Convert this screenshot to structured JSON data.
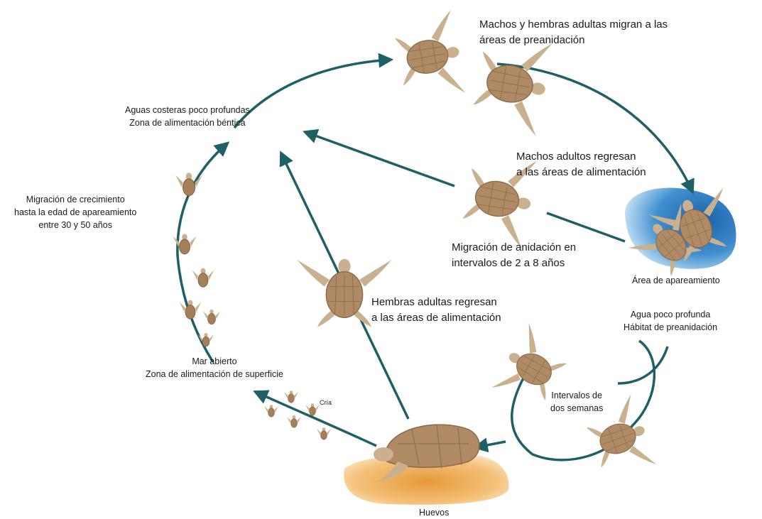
{
  "labels": {
    "migrate": [
      "Machos y hembras adultas migran a las",
      "áreas de preanidación"
    ],
    "coastal": [
      "Aguas costeras poco profundas",
      "Zona de alimentación béntica"
    ],
    "males_return": [
      "Machos adultos regresan",
      "a las áreas de alimentación"
    ],
    "growth": [
      "Migración de crecimiento",
      "hasta la edad de apareamiento",
      "entre 30 y 50 años"
    ],
    "nesting": [
      "Migración de anidación en",
      "intervalos de 2 a 8 años"
    ],
    "mating_area": "Área de apareamiento",
    "females_return": [
      "Hembras adultas regresan",
      "a las áreas de alimentación"
    ],
    "shallow": [
      "Agua poco profunda",
      "Hábitat de preanidación"
    ],
    "open_sea": [
      "Mar abierto",
      "Zona de alimentación de superficie"
    ],
    "intervals": [
      "Intervalos de",
      "dos semanas"
    ],
    "hatchling": "Cría",
    "eggs": "Huevos"
  },
  "colors": {
    "arrow": "#1f5f66",
    "shell": "#b08a64",
    "shell_dark": "#8c6a48",
    "flipper": "#c9b08f",
    "water": "#2a7fc0",
    "sand": "#f0b45a"
  }
}
